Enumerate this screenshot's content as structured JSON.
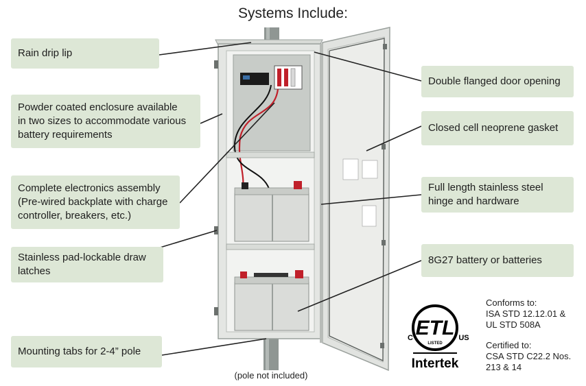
{
  "title": "Systems Include:",
  "callouts_left": [
    {
      "text": "Rain drip lip"
    },
    {
      "text": "Powder coated enclosure available\nin two sizes to accommodate various\nbattery requirements"
    },
    {
      "text": "Complete electronics assembly\n(Pre-wired backplate with charge\ncontroller, breakers, etc.)"
    },
    {
      "text": "Stainless pad-lockable draw\nlatches"
    },
    {
      "text": "Mounting tabs for 2-4” pole"
    }
  ],
  "callouts_right": [
    {
      "text": "Double flanged door opening"
    },
    {
      "text": "Closed cell neoprene gasket"
    },
    {
      "text": "Full length stainless steel\nhinge and hardware"
    },
    {
      "text": "8G27 battery or batteries"
    }
  ],
  "certification": {
    "logo": {
      "mark": "ETL",
      "left": "C",
      "right": "US",
      "listed": "LISTED",
      "brand": "Intertek"
    },
    "conforms": "Conforms to:\nISA STD 12.12.01 &\nUL STD 508A",
    "certified": "Certified to:\nCSA STD C22.2 Nos.\n213 & 14"
  },
  "caption": "(pole not included)",
  "colors": {
    "callout_bg": "#dde7d6",
    "enclosure": "#e4e6e3",
    "wire_red": "#c0202a",
    "pole": "#8f9693"
  }
}
